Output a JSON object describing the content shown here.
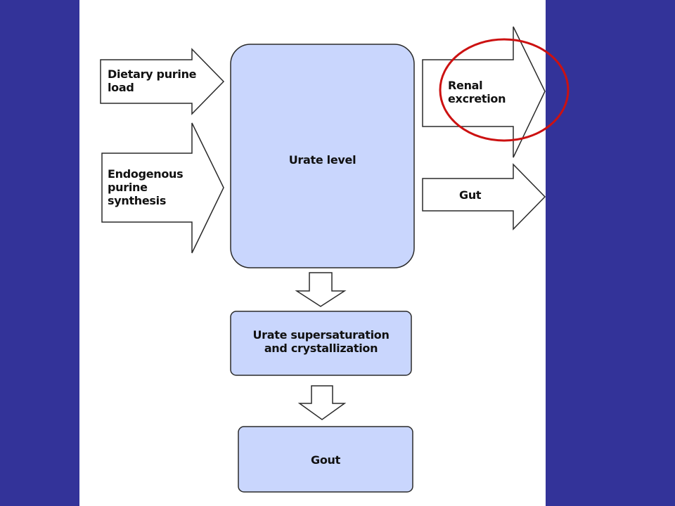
{
  "colors": {
    "background": "#333399",
    "panel": "#ffffff",
    "box_fill": "#c9d6fd",
    "stroke": "#2a2a2a",
    "highlight_circle": "#cc1111"
  },
  "inputs": [
    {
      "label": "Dietary purine\nload"
    },
    {
      "label": "Endogenous\npurine\nsynthesis"
    }
  ],
  "central": {
    "label": "Urate level"
  },
  "outputs": [
    {
      "label": "Renal\nexcretion",
      "highlighted": true
    },
    {
      "label": "Gut",
      "highlighted": false
    }
  ],
  "steps": [
    {
      "label": "Urate supersaturation\nand crystallization"
    },
    {
      "label": "Gout"
    }
  ]
}
